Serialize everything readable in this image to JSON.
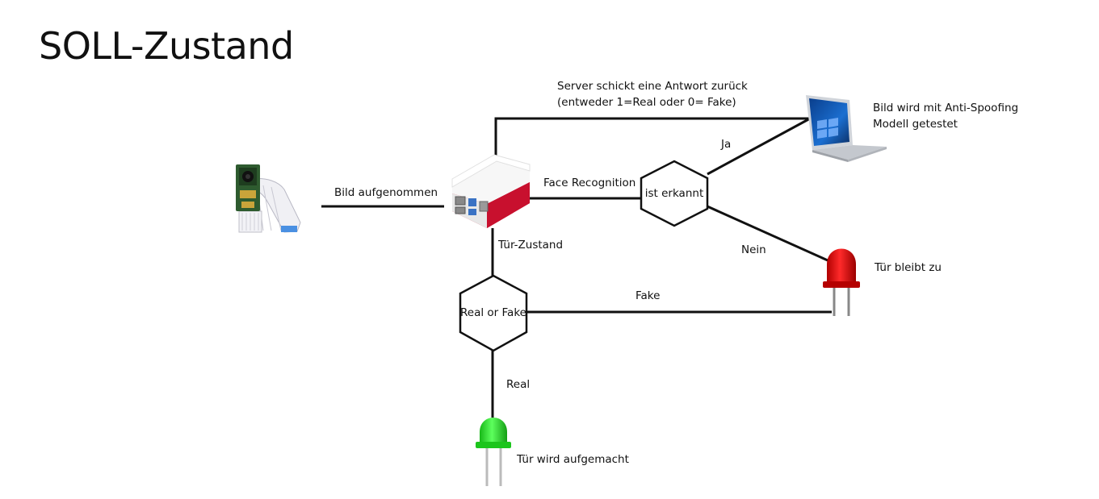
{
  "title": "SOLL-Zustand",
  "labels": {
    "server_response_line1": "Server schickt eine Antwort zurück",
    "server_response_line2": "(entweder 1=Real oder 0= Fake)",
    "laptop_line1": "Bild wird mit Anti-Spoofing",
    "laptop_line2": "Modell getestet",
    "bild_aufgenommen": "Bild aufgenommen",
    "face_recognition": "Face Recognition",
    "ja": "Ja",
    "nein": "Nein",
    "tuer_zustand": "Tür-Zustand",
    "fake": "Fake",
    "real": "Real",
    "tuer_bleibt_zu": "Tür bleibt zu",
    "tuer_wird_aufgemacht": "Tür wird aufgemacht"
  },
  "nodes": {
    "ist_erkannt": "ist erkannt",
    "real_or_fake": "Real or Fake"
  },
  "icons": {
    "camera": "camera-module-icon",
    "raspberry_pi": "raspberry-pi-icon",
    "laptop": "laptop-icon",
    "red_led": "red-led-icon",
    "green_led": "green-led-icon"
  },
  "colors": {
    "led_red": "#e00000",
    "led_green": "#22dd22",
    "pi_case_red": "#c8102e"
  }
}
